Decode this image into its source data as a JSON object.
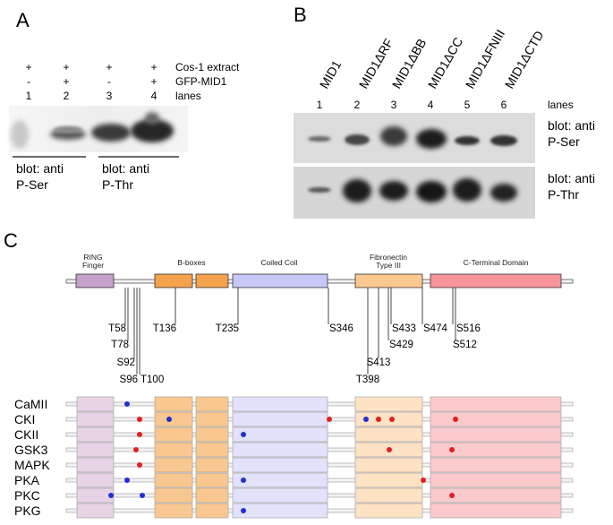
{
  "panels": {
    "a": {
      "letter": "A",
      "rows": [
        {
          "label": "Cos-1 extract",
          "values": [
            "+",
            "+",
            "+",
            "+"
          ]
        },
        {
          "label": "GFP-MID1",
          "values": [
            "-",
            "+",
            "-",
            "+"
          ]
        },
        {
          "label": "lanes",
          "values": [
            "1",
            "2",
            "3",
            "4"
          ]
        }
      ],
      "blots": [
        {
          "line1": "blot: anti",
          "line2": "P-Ser"
        },
        {
          "line1": "blot: anti",
          "line2": "P-Thr"
        }
      ]
    },
    "b": {
      "letter": "B",
      "constructs": [
        "MID1",
        "MID1ΔRF",
        "MID1ΔBB",
        "MID1ΔCC",
        "MID1ΔFNIII",
        "MID1ΔCTD"
      ],
      "lanes": [
        "1",
        "2",
        "3",
        "4",
        "5",
        "6"
      ],
      "lanes_label": "lanes",
      "blots": [
        {
          "line1": "blot: anti",
          "line2": "P-Ser"
        },
        {
          "line1": "blot: anti",
          "line2": "P-Thr"
        }
      ]
    },
    "c": {
      "letter": "C",
      "domains": [
        {
          "key": "ring",
          "label1": "RING",
          "label2": "Finger",
          "color": "#c8a0cc",
          "light": "#e6d4e6"
        },
        {
          "key": "bbox",
          "label1": "B-boxes",
          "label2": "",
          "color": "#f4a24c",
          "light": "#f9c890"
        },
        {
          "key": "cc",
          "label1": "Coiled Coil",
          "label2": "",
          "color": "#c8c8f8",
          "light": "#e2e2fa"
        },
        {
          "key": "fn",
          "label1": "Fibronectin",
          "label2": "Type III",
          "color": "#fcc890",
          "light": "#fde2c4"
        },
        {
          "key": "ctd",
          "label1": "C-Terminal Domain",
          "label2": "",
          "color": "#f8949c",
          "light": "#fbcacc"
        }
      ],
      "sites": [
        "T58",
        "T78",
        "S92",
        "S96",
        "T100",
        "T136",
        "T235",
        "S346",
        "T398",
        "S413",
        "S429",
        "S433",
        "S474",
        "S516",
        "S512"
      ],
      "kinases": [
        "CaMII",
        "CKI",
        "CKII",
        "GSK3",
        "MAPK",
        "PKA",
        "PKC",
        "PKG"
      ],
      "dot_colors": {
        "red": "#e02020",
        "blue": "#1f2fd0"
      }
    }
  }
}
